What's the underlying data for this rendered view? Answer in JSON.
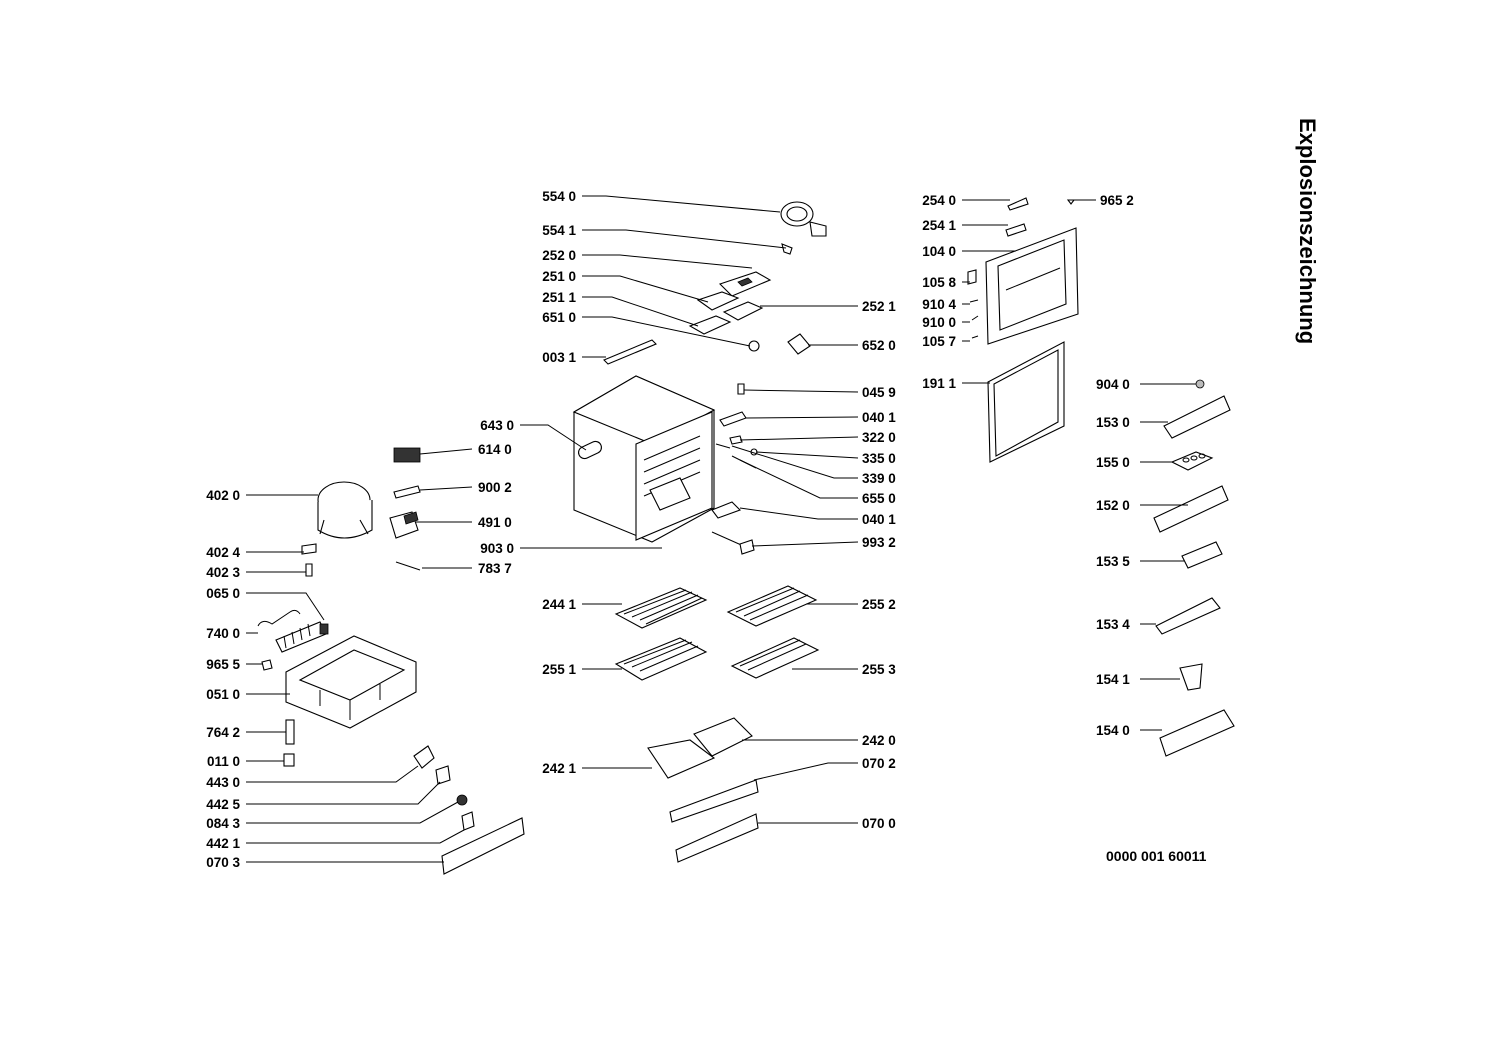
{
  "title": "Explosionszeichnung",
  "document_number": "0000 001 60011",
  "part_labels": [
    "554 0",
    "554 1",
    "252 0",
    "251 0",
    "251 1",
    "651 0",
    "003 1",
    "643 0",
    "614 0",
    "900 2",
    "491 0",
    "903 0",
    "783 7",
    "402 0",
    "402 4",
    "402 3",
    "065 0",
    "740 0",
    "965 5",
    "051 0",
    "764 2",
    "011 0",
    "443 0",
    "442 5",
    "084 3",
    "442 1",
    "070 3",
    "252 1",
    "652 0",
    "045 9",
    "040 1",
    "322 0",
    "335 0",
    "339 0",
    "655 0",
    "040 1",
    "993 2",
    "244 1",
    "255 2",
    "255 1",
    "255 3",
    "242 1",
    "242 0",
    "070 2",
    "070 0",
    "254 0",
    "965 2",
    "254 1",
    "104 0",
    "105 8",
    "910 4",
    "910 0",
    "105 7",
    "191 1",
    "904 0",
    "153 0",
    "155 0",
    "152 0",
    "153 5",
    "153 4",
    "154 1",
    "154 0"
  ]
}
